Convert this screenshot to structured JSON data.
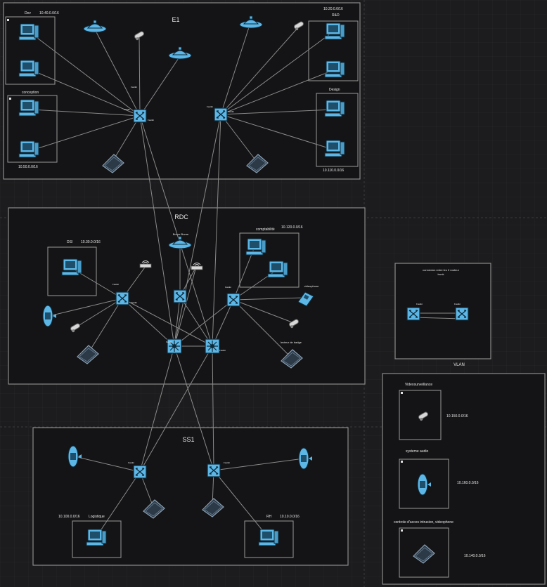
{
  "zones": {
    "e1": {
      "title": "E1"
    },
    "rdc": {
      "title": "RDC"
    },
    "ss1": {
      "title": "SS1"
    },
    "vlan": {
      "title": "VLAN",
      "caption": "connexion entre les 2 routeur",
      "caption2": "trunk"
    }
  },
  "groups": {
    "dev": {
      "label": "Dev",
      "subnet": "10.40.0.0/16"
    },
    "rnd": {
      "label": "R&D",
      "subnet": "10.20.0.0/16"
    },
    "conception": {
      "label": "conception",
      "subnet": "10.50.0.0/16"
    },
    "design": {
      "label": "Design",
      "subnet": "10.110.0.0/16"
    },
    "dsi": {
      "label": "DSI",
      "subnet": "10.30.0.0/16"
    },
    "compta": {
      "label": "comptabilité",
      "subnet": "10.120.0.0/16"
    },
    "logistique": {
      "label": "Logistique",
      "subnet": "10.100.0.0/16"
    },
    "rh": {
      "label": "RH",
      "subnet": "10.10.0.0/16"
    },
    "video": {
      "label": "Videosurveillance",
      "subnet": "10.150.0.0/16"
    },
    "audio": {
      "label": "systeme audio",
      "subnet": "10.160.0.0/16"
    },
    "acces": {
      "label": "controle d'acces intrusion, videophone",
      "subnet": "10.140.0.0/16"
    }
  },
  "device_labels": {
    "borne": "Borne Borne",
    "videophone": "videophone",
    "lecteur": "lecteur de badge"
  },
  "port_label": "FastEt",
  "legend_title": "Network Topology Diagram"
}
